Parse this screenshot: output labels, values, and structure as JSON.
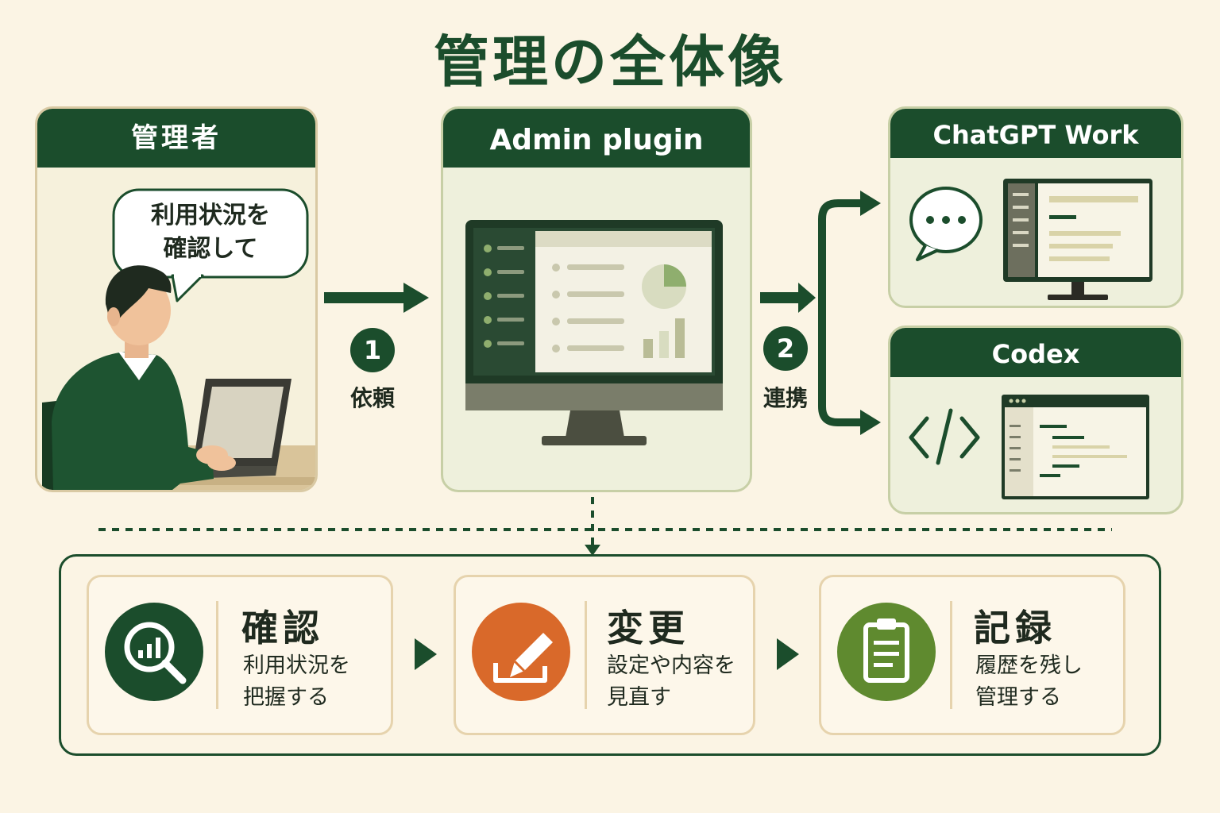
{
  "title": "管理の全体像",
  "admin_panel": {
    "header": "管理者",
    "speech_line1": "利用状況を",
    "speech_line2": "確認して"
  },
  "plugin_panel": {
    "header": "Admin plugin"
  },
  "chatgpt_panel": {
    "header": "ChatGPT Work"
  },
  "codex_panel": {
    "header": "Codex"
  },
  "steps": [
    {
      "number": "1",
      "label": "依頼"
    },
    {
      "number": "2",
      "label": "連携"
    }
  ],
  "cards": [
    {
      "title": "確認",
      "desc_line1": "利用状況を",
      "desc_line2": "把握する"
    },
    {
      "title": "変更",
      "desc_line1": "設定や内容を",
      "desc_line2": "見直す"
    },
    {
      "title": "記録",
      "desc_line1": "履歴を残し",
      "desc_line2": "管理する"
    }
  ],
  "colors": {
    "dark_green": "#1b4d2c",
    "background": "#fbf4e4",
    "panel_fill": "#eef0dc",
    "orange": "#d9692a",
    "olive": "#5f8a2f"
  }
}
